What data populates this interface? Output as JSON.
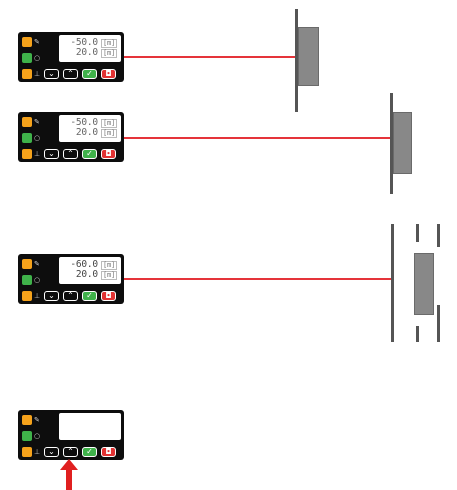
{
  "colors": {
    "beam": "#e5343a",
    "indicator_orange": "#f5a21b",
    "indicator_green": "#3fb24a",
    "arrow": "#e02020"
  },
  "icons": [
    "up-arrow-key-icon",
    "down-arrow-key-icon",
    "check-icon",
    "escape-icon",
    "pointer-arrow-icon"
  ],
  "panels": [
    {
      "value1": "-50.0",
      "unit1": "[m]",
      "value2": "20.0",
      "unit2": "[m]"
    },
    {
      "value1": "-50.0",
      "unit1": "[m]",
      "value2": "20.0",
      "unit2": "[m]"
    },
    {
      "value1": "-60.0",
      "unit1": "[m]",
      "value2": "20.0",
      "unit2": "[m]"
    },
    {
      "value1": "",
      "unit1": "",
      "value2": "",
      "unit2": ""
    }
  ]
}
